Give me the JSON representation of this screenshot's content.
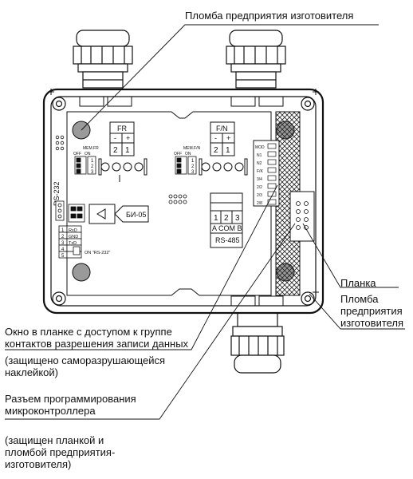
{
  "callouts": {
    "top_seal": "Пломба предприятия изготовителя",
    "plate": "Планка",
    "right_seal_lines": [
      "Пломба",
      "предприятия",
      "изготовителя"
    ],
    "window_lines": [
      "Окно в планке с доступом к группе",
      "контактов разрешения записи данных"
    ],
    "window_note_lines": [
      "(защищено саморазрушающейся",
      "наклейкой)"
    ],
    "connector_lines": [
      "Разъем программирования",
      "микроконтроллера"
    ],
    "connector_note_lines": [
      "(защищен планкой и",
      "пломбой предприятия-",
      "изготовителя)"
    ]
  },
  "board": {
    "fr_title": "FR",
    "fn_title": "F/N",
    "fr_terms": [
      "2",
      "1"
    ],
    "fn_terms": [
      "2",
      "1"
    ],
    "term_sign_minus": "-",
    "term_sign_plus": "+",
    "mem_fr": "MEM.FR",
    "mem_fn": "MEM.F/N",
    "off_on": [
      "OFF",
      "ON"
    ],
    "switch_nums": [
      "1",
      "2",
      "3"
    ],
    "rs232_label": "RS-232",
    "rs485_label": "RS-485",
    "rs485_nums": [
      "1",
      "2",
      "3"
    ],
    "rs485_letters": "A COM B",
    "bi05_label": "БИ-05",
    "rs232_pins": [
      "RxD",
      "GND",
      "TxD",
      "",
      ""
    ],
    "rs232_pin_nums": [
      "1",
      "2",
      "3",
      "4",
      "5"
    ],
    "on_note": "ON \"RS-232\"",
    "led_labels": [
      "MOD",
      "N1",
      "N2",
      "F/K",
      "3/4",
      "2/2",
      "2/3",
      "2/8"
    ]
  }
}
